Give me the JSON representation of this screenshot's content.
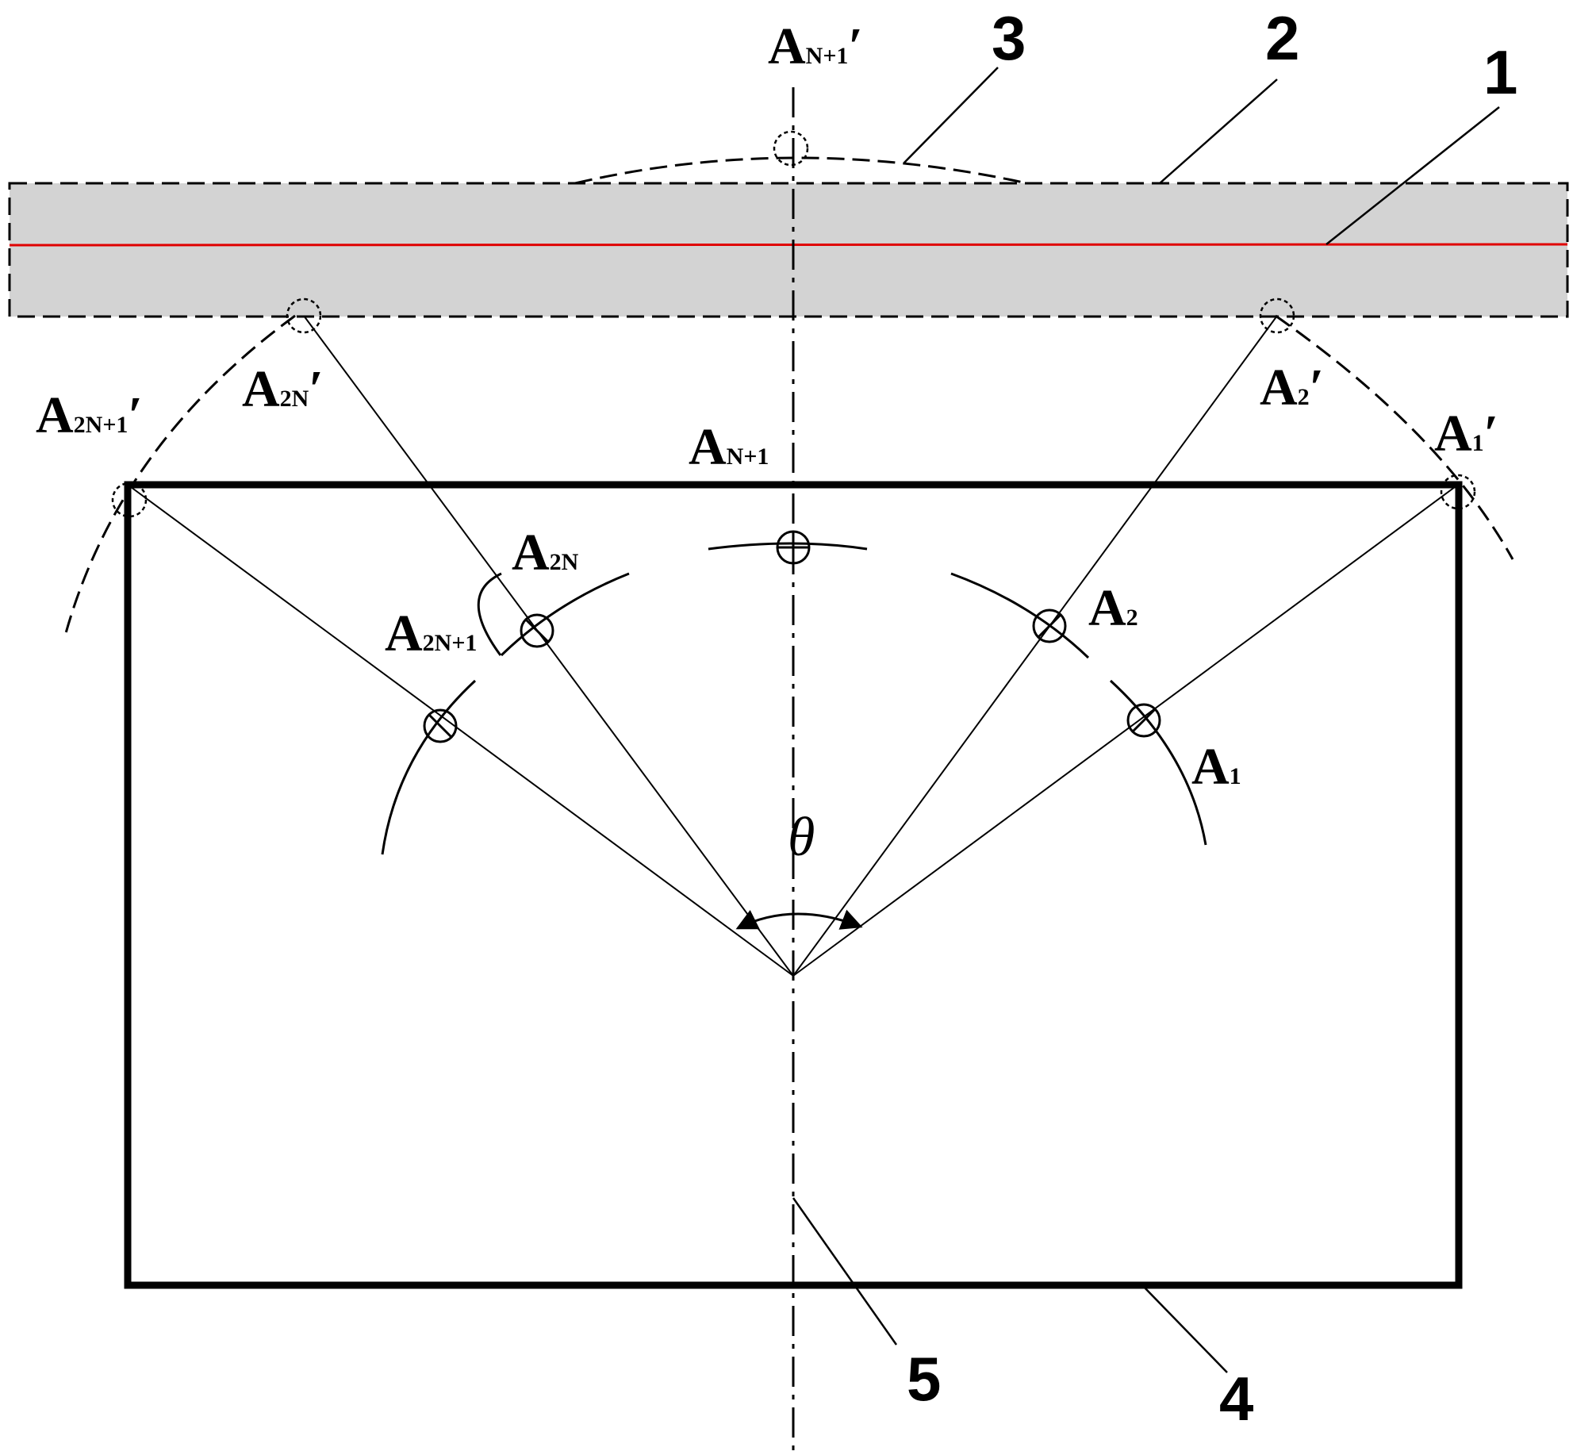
{
  "colors": {
    "strip_fill": "#d3d3d3",
    "red_line": "#e00000",
    "ink": "#000000"
  },
  "labels": {
    "a_n1_prime": {
      "main": "A",
      "sub": "N+1",
      "prime": "′"
    },
    "a_2n1_prime": {
      "main": "A",
      "sub": "2N+1",
      "prime": "′"
    },
    "a_2n_prime": {
      "main": "A",
      "sub": "2N",
      "prime": "′"
    },
    "a_2_prime": {
      "main": "A",
      "sub": "2",
      "prime": "′"
    },
    "a_1_prime": {
      "main": "A",
      "sub": "1",
      "prime": "′"
    },
    "a_n1": {
      "main": "A",
      "sub": "N+1"
    },
    "a_2n": {
      "main": "A",
      "sub": "2N"
    },
    "a_2n1": {
      "main": "A",
      "sub": "2N+1"
    },
    "a_2": {
      "main": "A",
      "sub": "2"
    },
    "a_1": {
      "main": "A",
      "sub": "1"
    },
    "theta": "θ"
  },
  "callouts": {
    "one": "1",
    "two": "2",
    "three": "3",
    "four": "4",
    "five": "5"
  }
}
